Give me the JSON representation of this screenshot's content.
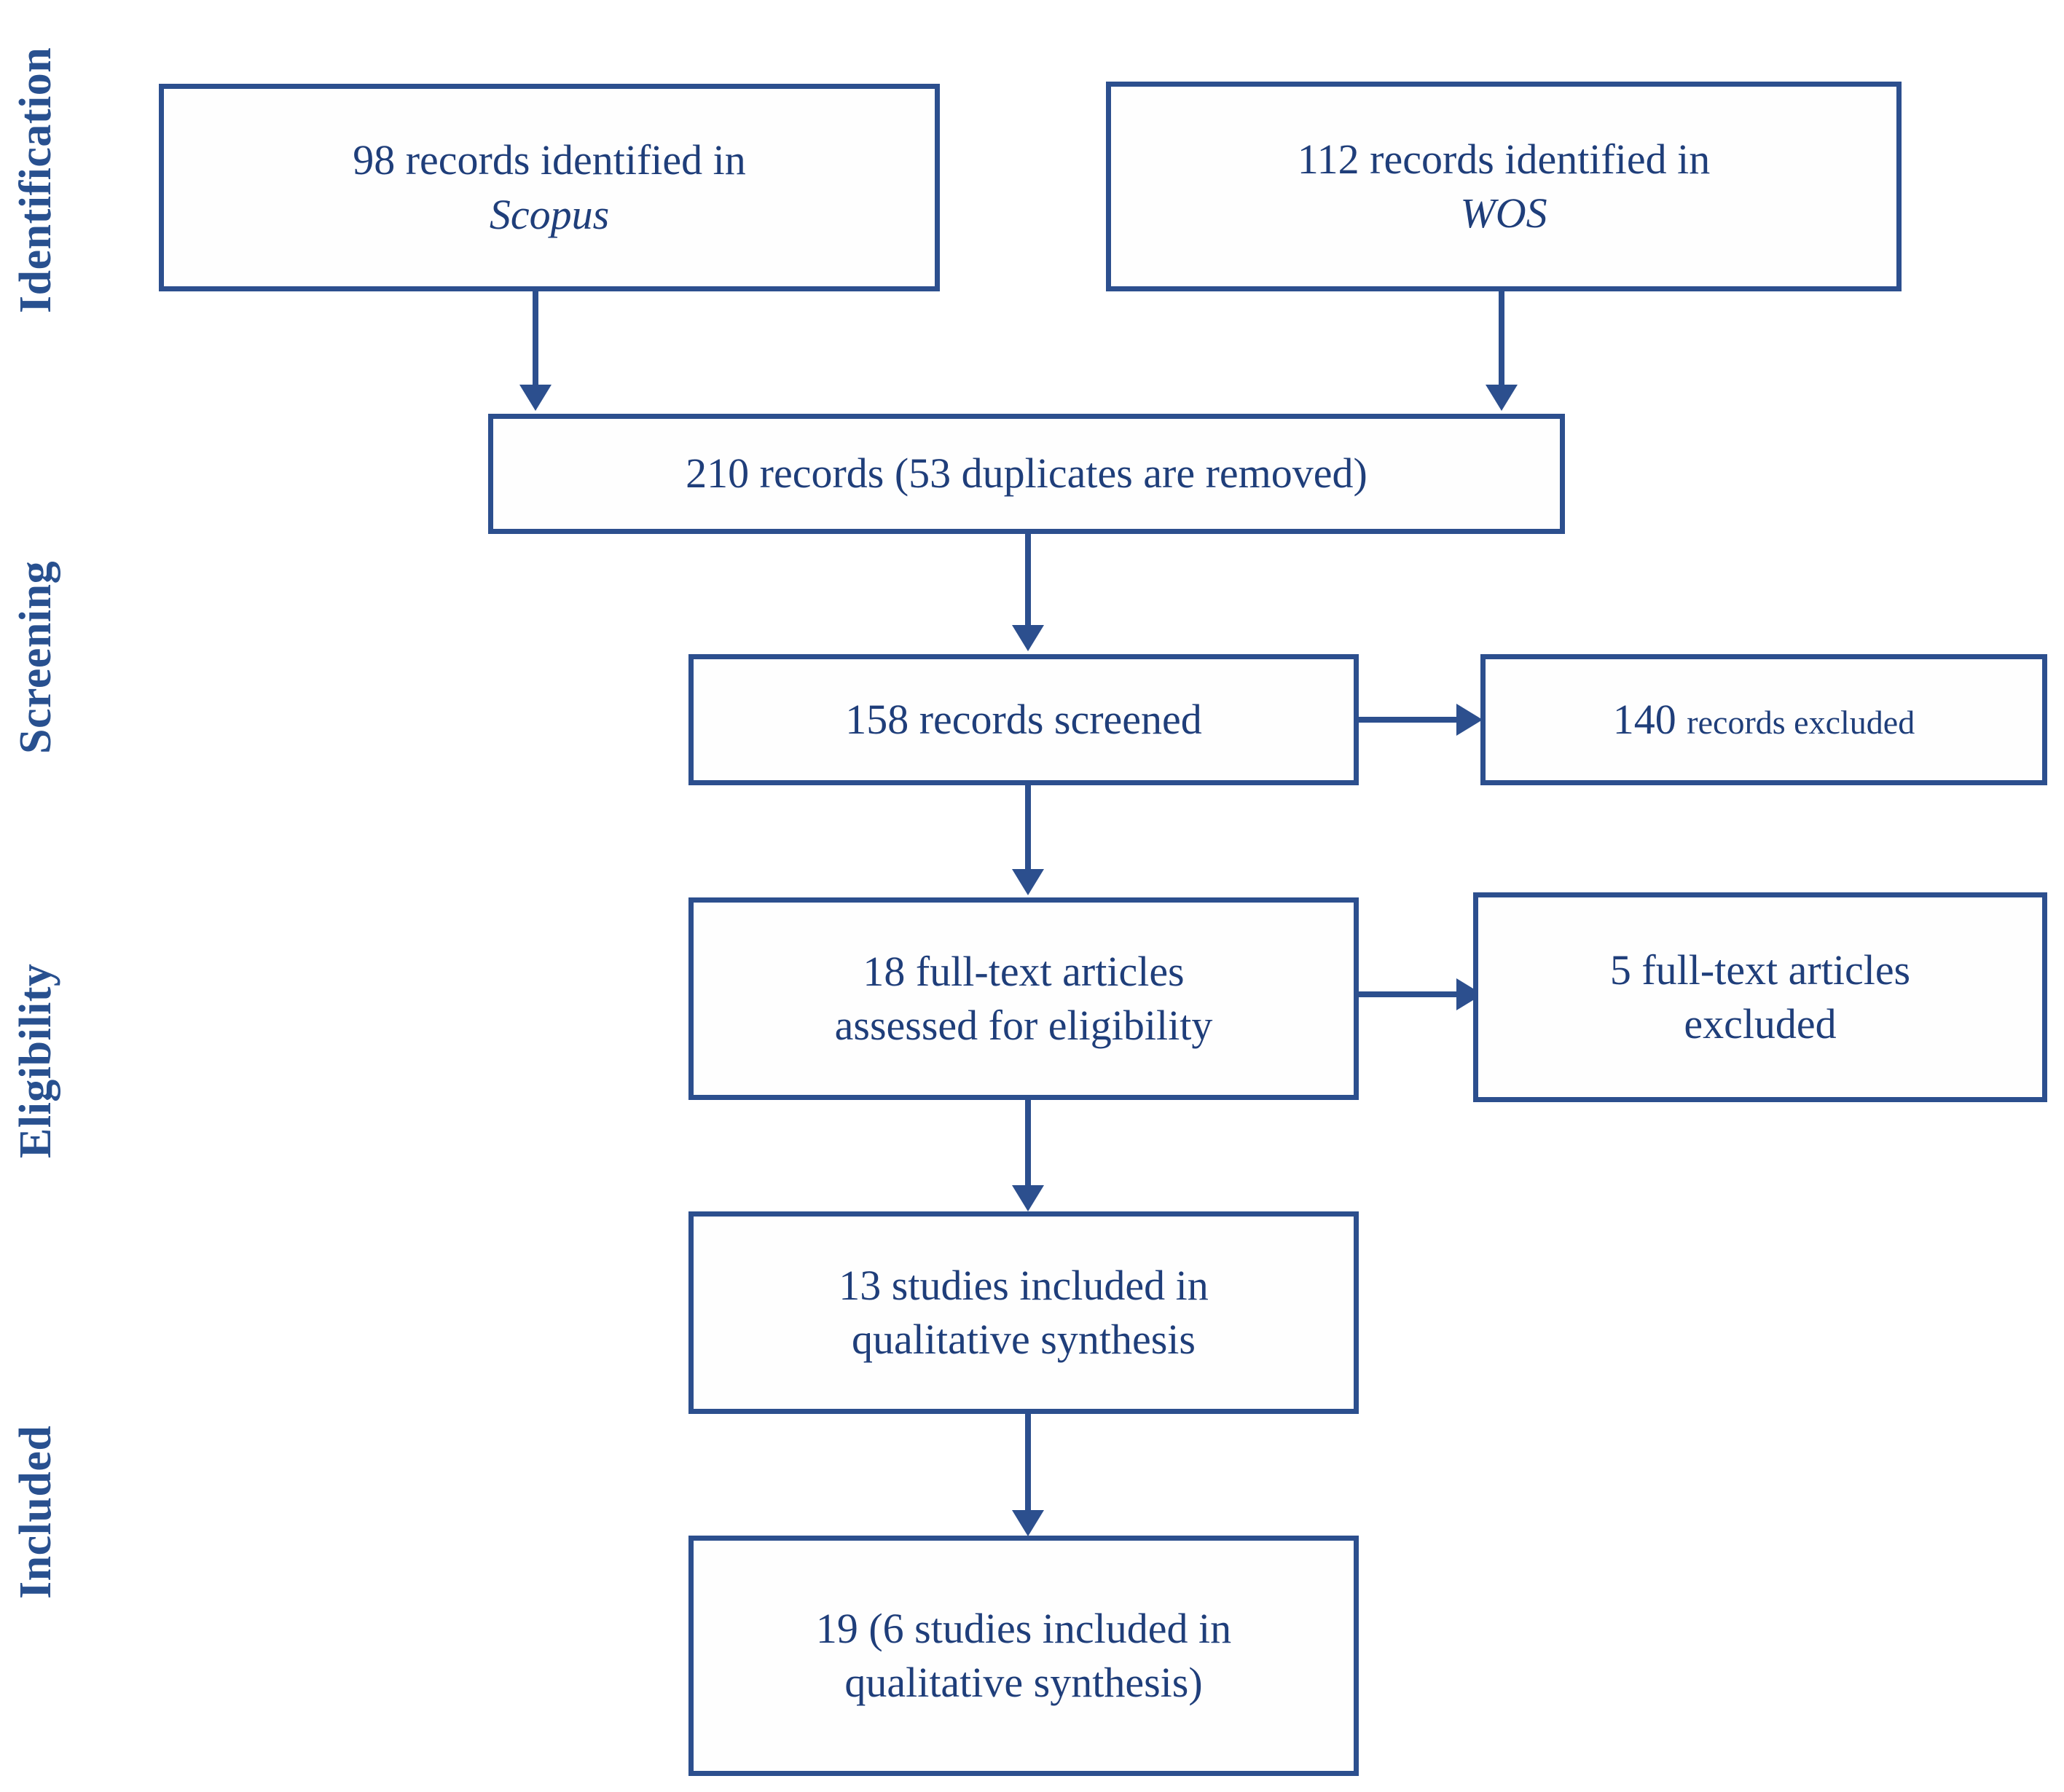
{
  "diagram": {
    "type": "prisma-flow-diagram",
    "accent_color": "#2C4F8E",
    "text_color": "#1F3E7A",
    "background": "#FFFFFF"
  },
  "stages": [
    {
      "label": "Identification"
    },
    {
      "label": "Screening"
    },
    {
      "label": "Eligibility"
    },
    {
      "label": "Included"
    }
  ],
  "nodes": {
    "scopus": {
      "line1": "98 records identified in",
      "line2": "Scopus",
      "count": 98,
      "source": "Scopus"
    },
    "wos": {
      "line1": "112 records identified in",
      "line2": "WOS",
      "count": 112,
      "source": "WOS"
    },
    "merged": {
      "line1": "210 records (53 duplicates are removed)",
      "total": 210,
      "duplicates_removed": 53
    },
    "screened": {
      "line1": "158 records screened",
      "count": 158
    },
    "records_excluded": {
      "count_text": "140",
      "label_text": "records excluded",
      "count": 140
    },
    "fulltext_assessed": {
      "line1": "18 full-text articles",
      "line2": "assessed for eligibility",
      "count": 18
    },
    "fulltext_excluded": {
      "line1": "5 full-text articles",
      "line2": "excluded",
      "count": 5
    },
    "qualitative": {
      "line1": "13 studies included in",
      "line2": "qualitative synthesis",
      "count": 13
    },
    "final": {
      "line1": "19 (6 studies included in",
      "line2": "qualitative synthesis)",
      "count": 19,
      "subcount": 6
    }
  }
}
